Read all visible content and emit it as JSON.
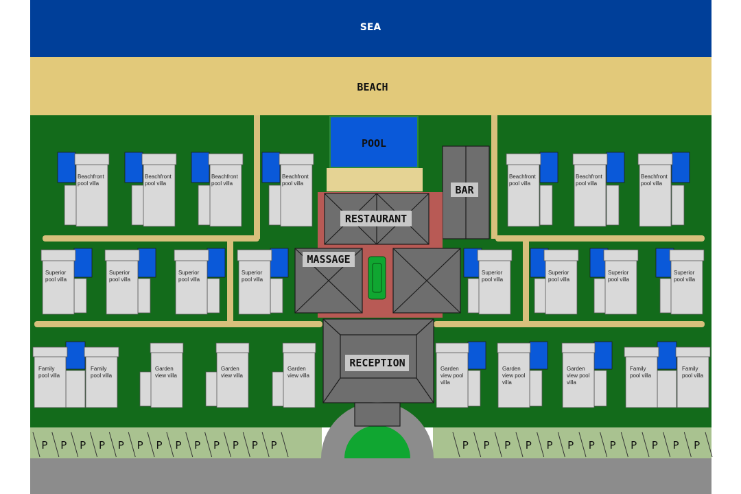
{
  "colors": {
    "sea": "#003f99",
    "beach": "#e2c97a",
    "grass": "#136b1b",
    "path": "#d8c07c",
    "pool": "#0a59d9",
    "villa": "#d9d9d9",
    "building": "#6e6e6e",
    "courtyard": "#b85a55",
    "parking": "#a9c290",
    "road": "#8c8c8c",
    "lawn": "#10a631"
  },
  "labels": {
    "sea": "SEA",
    "beach": "BEACH",
    "pool": "POOL",
    "bar": "BAR",
    "restaurant": "RESTAURANT",
    "massage": "MASSAGE",
    "reception": "RECEPTION"
  },
  "villa_types": {
    "beachfront": [
      "Beachfront",
      "pool villa"
    ],
    "superior": [
      "Superior",
      "pool villa"
    ],
    "family": [
      "Family",
      "pool villa"
    ],
    "garden": [
      "Garden",
      "view villa"
    ],
    "garden_pool": [
      "Garden",
      "view pool",
      "villa"
    ]
  },
  "parking_symbol": "P",
  "parking_left_count": 13,
  "parking_right_count": 12
}
